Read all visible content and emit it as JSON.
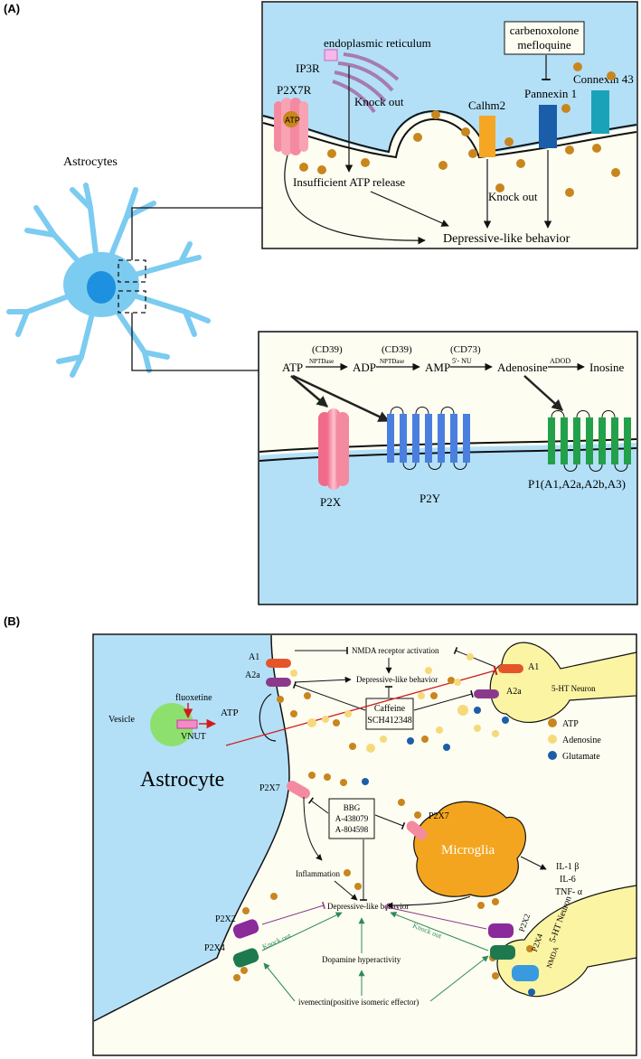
{
  "panel_a": {
    "label": "(A)",
    "astrocytes_label": "Astrocytes",
    "top_box": {
      "er_label": "endoplasmic reticulum",
      "ip3r": "IP3R",
      "knockout_er": "Knock out",
      "p2x7r": "P2X7R",
      "atp": "ATP",
      "calhm2": "Calhm2",
      "pannexin": "Pannexin 1",
      "connexin": "Connexin 43",
      "inhibitor_1": "carbenoxolone",
      "inhibitor_2": "mefloquine",
      "insufficient": "Insufficient ATP release",
      "knockout_calhm": "Knock out",
      "depressive": "Depressive-like behavior"
    },
    "bottom_box": {
      "atp": "ATP",
      "adp": "ADP",
      "amp": "AMP",
      "adenosine": "Adenosine",
      "inosine": "Inosine",
      "cd39_1": "(CD39)",
      "cd39_2": "(CD39)",
      "cd73": "(CD73)",
      "nptdase_1": "NPTDase",
      "nptdase_2": "NPTDase",
      "nu": "5'- NU",
      "adod": "ADOD",
      "p2x": "P2X",
      "p2y": "P2Y",
      "p1": "P1(A1,A2a,A2b,A3)"
    }
  },
  "panel_b": {
    "label": "(B)",
    "astrocyte": "Astrocyte",
    "vesicle": "Vesicle",
    "fluoxetine": "fluoxetine",
    "vnut": "VNUT",
    "atp": "ATP",
    "a1_left": "A1",
    "a2a_left": "A2a",
    "a1_right": "A1",
    "a2a_right": "A2a",
    "nmda_activation": "NMDA receptor activation",
    "depressive_top": "Depressive-like behavior",
    "caffeine_1": "Caffeine",
    "caffeine_2": "SCH412348",
    "neuron_top": "5-HT Neuron",
    "legend": {
      "atp": "ATP",
      "adenosine": "Adenosine",
      "glutamate": "Glutamate"
    },
    "p2x7_left": "P2X7",
    "p2x7_right": "P2X7",
    "bbg_1": "BBG",
    "bbg_2": "A-438079",
    "bbg_3": "A-804598",
    "microglia": "Microglia",
    "il1": "IL-1 β",
    "il6": "IL-6",
    "tnf": "TNF- α",
    "inflammation": "Inflammation",
    "depressive_mid": "Depressive-like behavior",
    "p2x2_left": "P2X2",
    "p2x4_left": "P2X4",
    "knockout_left": "Knock out",
    "knockout_right": "Knock out",
    "dopamine": "Dopamine hyperactivity",
    "ivermectin": "ivemectin(positive isomeric effector)",
    "neuron_bottom": "5-HT Neuron",
    "p2x2_right": "P2X2",
    "p2x4_right": "P2X4",
    "nmda_right": "NMDA"
  },
  "colors": {
    "astro_blue": "#b3e0f7",
    "cell_blue": "#7ccbf0",
    "nucleus": "#1e90e0",
    "neuron_yellow": "#fbf4a3",
    "atp_brown": "#c8861d",
    "adenosine_yellow": "#f6d97a",
    "glutamate_blue": "#1d5ea8",
    "microglia_orange": "#f4a51f",
    "cream": "#fdfdf2"
  }
}
